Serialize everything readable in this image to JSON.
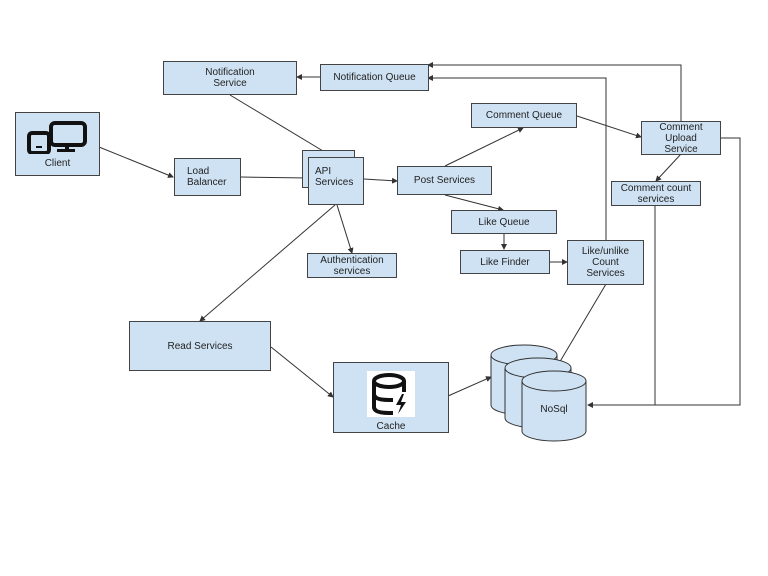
{
  "diagram": {
    "nodes": {
      "client": "Client",
      "load_balancer": "Load\nBalancer",
      "notification_service": "Notification\nService",
      "notification_queue": "Notification Queue",
      "api_services": "API\nServices",
      "post_services": "Post Services",
      "comment_queue": "Comment Queue",
      "comment_upload_service": "Comment\nUpload\nService",
      "comment_count_services": "Comment count\nservices",
      "like_queue": "Like Queue",
      "like_finder": "Like Finder",
      "like_unlike_count_services": "Like/unlike\nCount\nServices",
      "authentication_services": "Authentication\nservices",
      "read_services": "Read Services",
      "cache": "Cache",
      "nosql": "NoSql"
    },
    "edges": [
      {
        "from": "client",
        "to": "load_balancer"
      },
      {
        "from": "load_balancer",
        "to": "api_services"
      },
      {
        "from": "notification_service",
        "to": "api_services"
      },
      {
        "from": "notification_queue",
        "to": "notification_service"
      },
      {
        "from": "api_services",
        "to": "post_services"
      },
      {
        "from": "api_services",
        "to": "authentication_services"
      },
      {
        "from": "api_services",
        "to": "read_services"
      },
      {
        "from": "post_services",
        "to": "comment_queue"
      },
      {
        "from": "post_services",
        "to": "like_queue"
      },
      {
        "from": "comment_queue",
        "to": "comment_upload_service"
      },
      {
        "from": "comment_upload_service",
        "to": "comment_count_services"
      },
      {
        "from": "comment_upload_service",
        "to": "notification_queue"
      },
      {
        "from": "like_unlike_count_services",
        "to": "notification_queue"
      },
      {
        "from": "like_queue",
        "to": "like_finder"
      },
      {
        "from": "like_finder",
        "to": "like_unlike_count_services"
      },
      {
        "from": "like_unlike_count_services",
        "to": "nosql"
      },
      {
        "from": "comment_count_services",
        "to": "nosql"
      },
      {
        "from": "comment_upload_service",
        "to": "nosql"
      },
      {
        "from": "read_services",
        "to": "cache"
      },
      {
        "from": "cache",
        "to": "nosql"
      }
    ]
  },
  "colors": {
    "node_fill": "#cfe2f3",
    "node_border": "#434343",
    "edge": "#333333"
  }
}
